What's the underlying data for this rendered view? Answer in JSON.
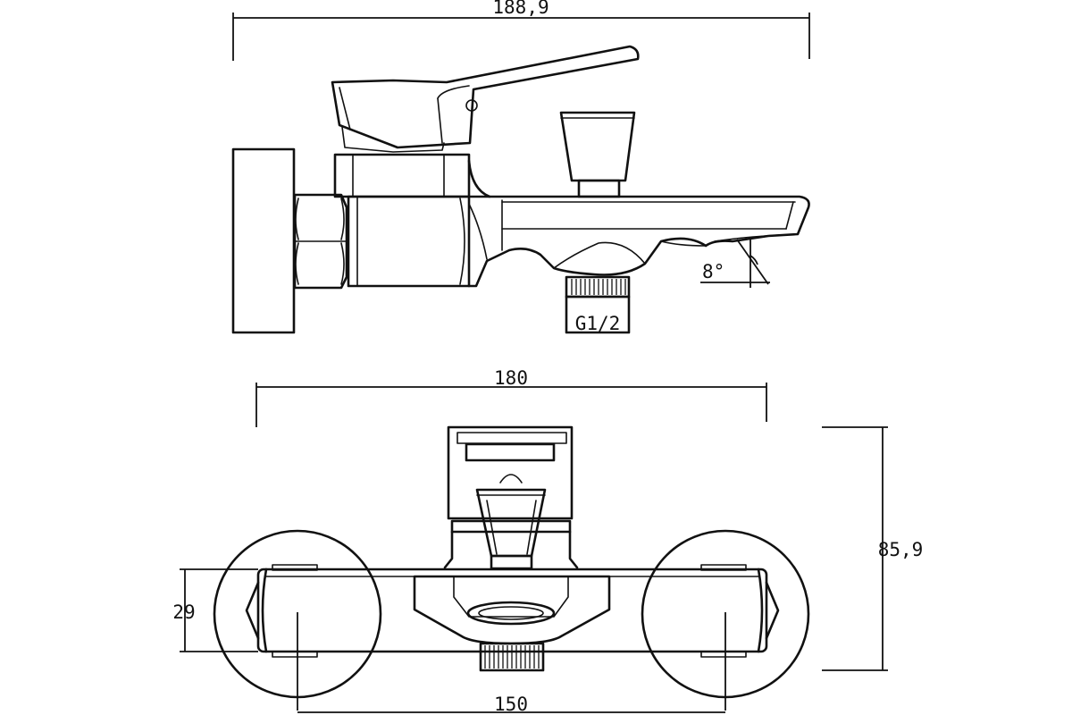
{
  "dimensions": {
    "overall_width_side": "188,9",
    "overall_width_front": "180",
    "height_front": "85,9",
    "body_height": "29",
    "center_distance": "150",
    "spout_angle": "8°"
  },
  "labels": {
    "thread": "G1/2"
  }
}
